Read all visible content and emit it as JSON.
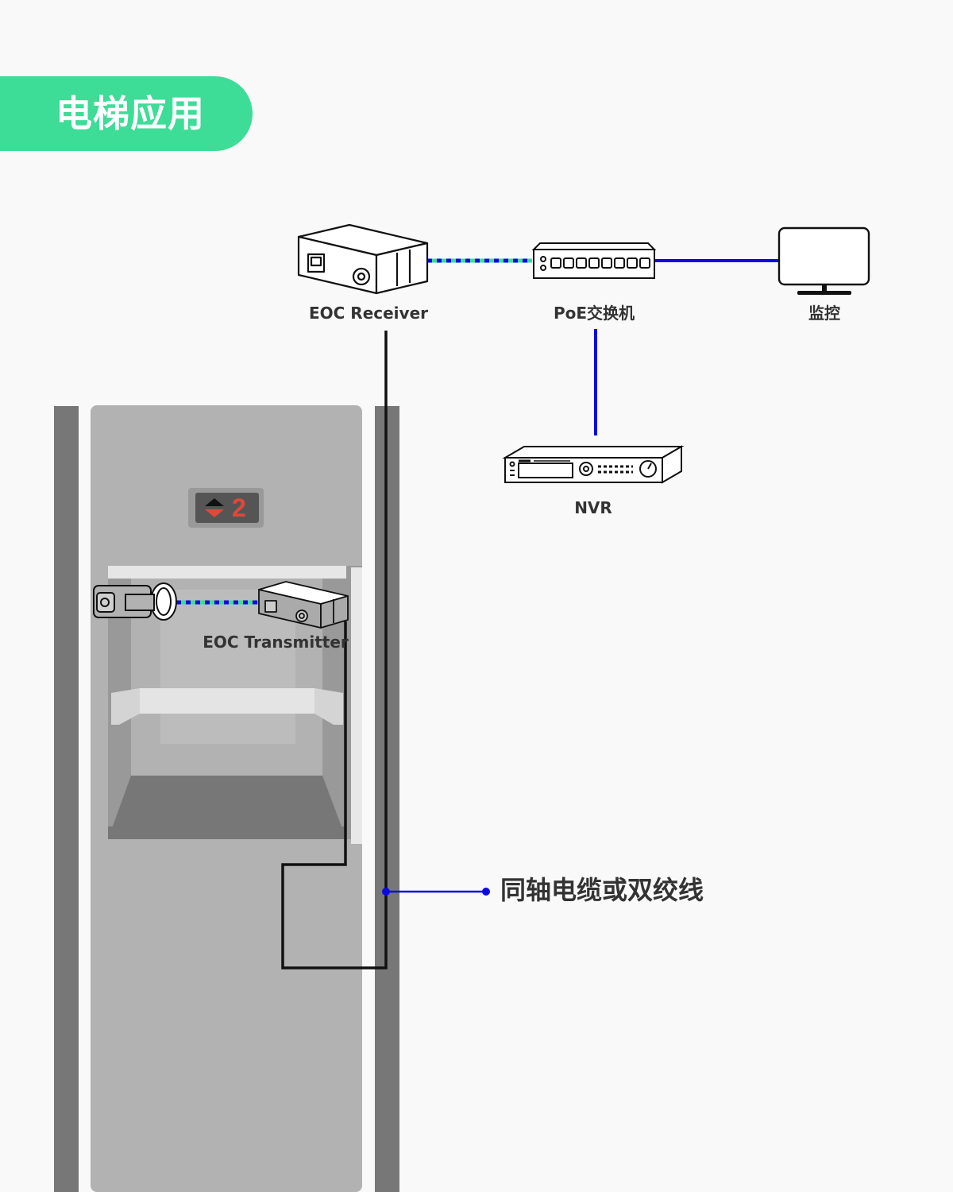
{
  "title": "电梯应用",
  "colors": {
    "accent_green": "#3ddc97",
    "cable_blue": "#0a0ae0",
    "dash_green": "#3ddc97",
    "floor_red": "#e0483a",
    "shaft_dark": "#777777",
    "car_gray": "#b2b2b2"
  },
  "nodes": {
    "eoc_receiver": "EOC Receiver",
    "poe_switch": "PoE交换机",
    "monitor": "监控",
    "nvr": "NVR",
    "eoc_transmitter": "EOC Transmitter"
  },
  "elevator": {
    "floor_number": "2",
    "direction_icons": [
      "arrow-up-icon",
      "arrow-down-icon"
    ]
  },
  "callout": {
    "cable_label": "同轴电缆或双绞线"
  },
  "icons": [
    "camera-icon",
    "eoc-device-icon",
    "switch-icon",
    "monitor-icon",
    "nvr-icon"
  ]
}
